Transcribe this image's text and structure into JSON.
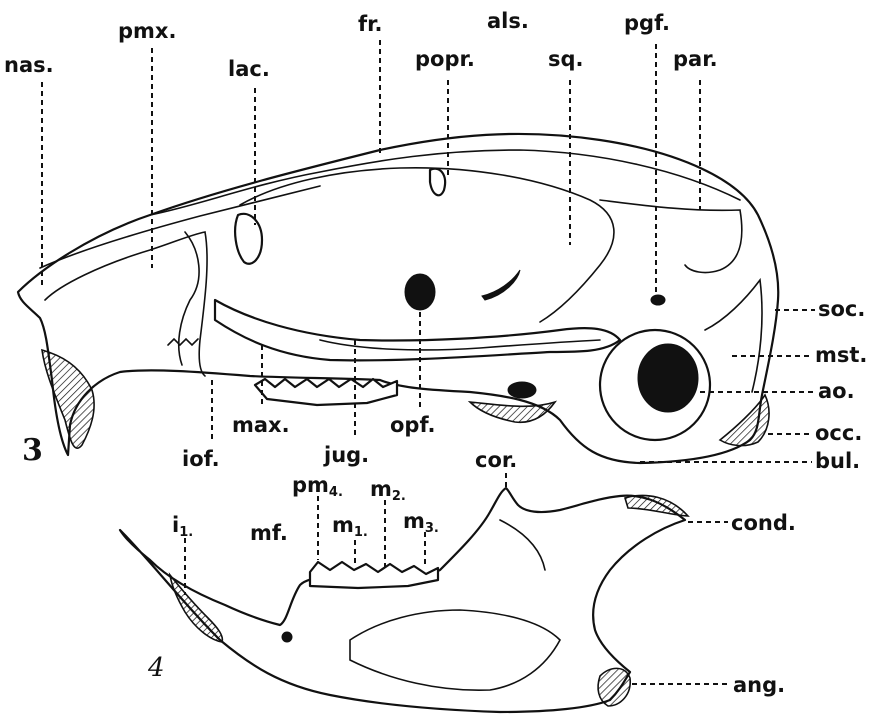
{
  "figure_numbers": {
    "skull": "3",
    "mandible": "4"
  },
  "labels": {
    "nas": "nas.",
    "pmx": "pmx.",
    "lac": "lac.",
    "fr": "fr.",
    "als": "als.",
    "popr": "popr.",
    "sq": "sq.",
    "pgf": "pgf.",
    "par": "par.",
    "soc": "soc.",
    "mst": "mst.",
    "ao": "ao.",
    "occ": "occ.",
    "bul": "bul.",
    "max": "max.",
    "iof": "iof.",
    "jug": "jug.",
    "opf": "opf.",
    "cor": "cor.",
    "cond": "cond.",
    "ang": "ang.",
    "pm4": "pm",
    "pm4_sub": "4.",
    "m2": "m",
    "m2_sub": "2.",
    "i1": "i",
    "i1_sub": "1.",
    "mf": "mf.",
    "m1": "m",
    "m1_sub": "1.",
    "m3": "m",
    "m3_sub": "3."
  }
}
